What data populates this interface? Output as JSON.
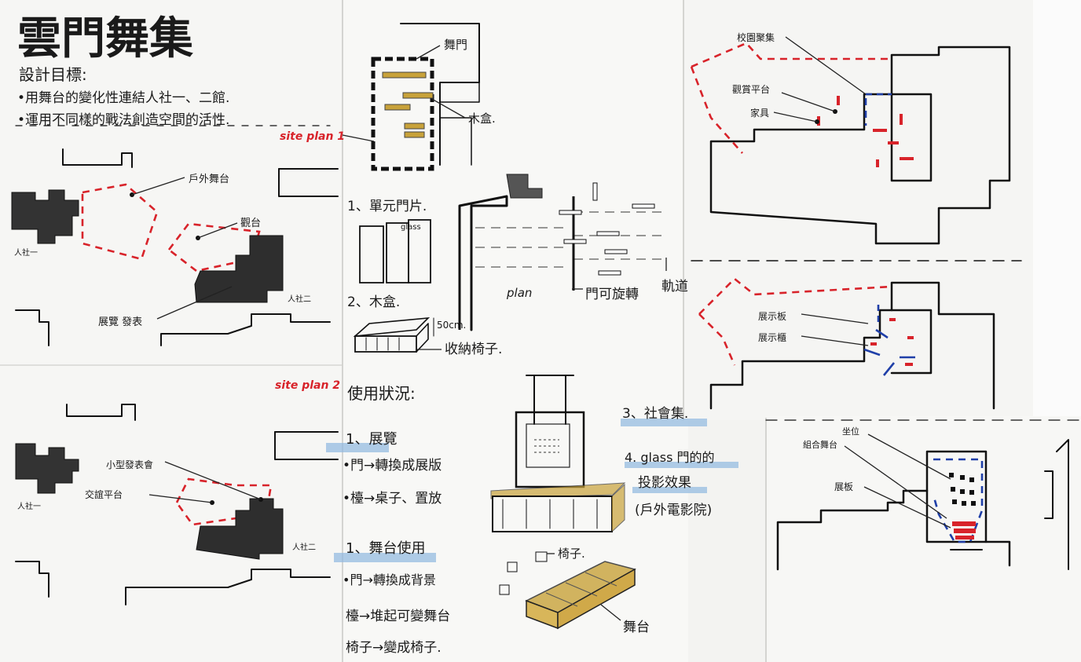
{
  "title": "雲門舞集",
  "goals": {
    "heading": "設計目標:",
    "items": [
      "•用舞台的變化性連結人社一、二館.",
      "•運用不同樣的戰法創造空間的活性."
    ]
  },
  "site_plans": {
    "plan1": {
      "label": "site plan 1",
      "annotations": [
        "戶外舞台",
        "觀台",
        "展覽 發表",
        "人社一",
        "人社二"
      ]
    },
    "plan2": {
      "label": "site plan 2",
      "annotations": [
        "小型發表會",
        "交誼平台",
        "人社一",
        "人社二"
      ]
    }
  },
  "center": {
    "top_labels": [
      "舞門",
      "木盒."
    ],
    "items": [
      {
        "label": "1、單元門片.",
        "sub": "glass"
      },
      {
        "label": "2、木盒.",
        "dim": "50cm.",
        "note": "收納椅子."
      }
    ],
    "plan_label": "plan",
    "door_note": "門可旋轉",
    "track_note": "軌道",
    "usage_heading": "使用狀況:",
    "usage": [
      {
        "heading": "1、展覽",
        "lines": [
          "•門→轉換成展版",
          "•檯→桌子、置放"
        ]
      },
      {
        "heading": "1、舞台使用",
        "lines": [
          "•門→轉換成背景",
          "檯→堆起可變舞台",
          "椅子→變成椅子."
        ]
      }
    ],
    "sketch_labels": {
      "chair": "椅子.",
      "stage": "舞台"
    }
  },
  "notes_right": {
    "item3": "3、社會集.",
    "item4": "4. glass 門的的",
    "item4b": "投影效果",
    "item4c": "(戶外電影院)"
  },
  "diagrams": {
    "top": [
      "校園聚集",
      "觀賞平台",
      "家具"
    ],
    "middle": [
      "展示板",
      "展示櫃"
    ],
    "bottom": [
      "坐位",
      "組合舞台",
      "展板"
    ]
  },
  "colors": {
    "red": "#d8232a",
    "blue": "#1f3fa8",
    "wood": "#c8a23a",
    "highlight": "#8fb8e0",
    "ink": "#111111"
  }
}
